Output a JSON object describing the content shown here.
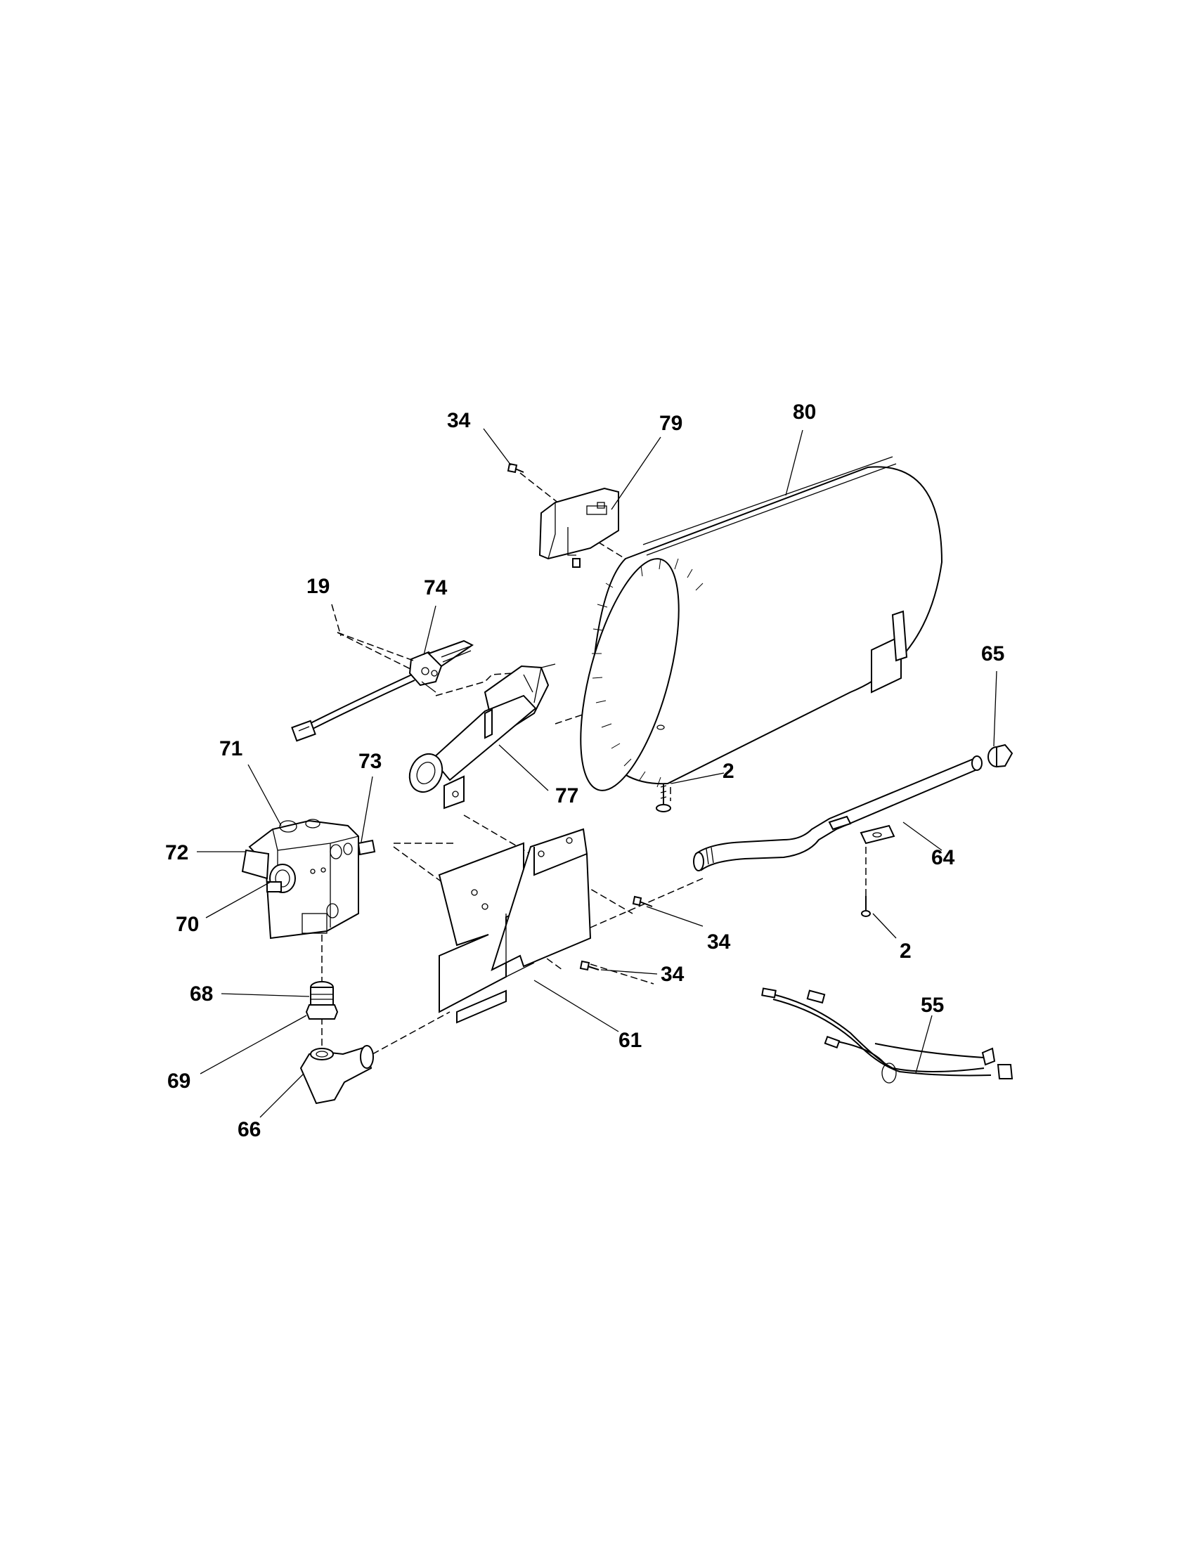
{
  "diagram": {
    "callouts": [
      {
        "id": "34a",
        "text": "34"
      },
      {
        "id": "79",
        "text": "79"
      },
      {
        "id": "80",
        "text": "80"
      },
      {
        "id": "19",
        "text": "19"
      },
      {
        "id": "74",
        "text": "74"
      },
      {
        "id": "65",
        "text": "65"
      },
      {
        "id": "71",
        "text": "71"
      },
      {
        "id": "73",
        "text": "73"
      },
      {
        "id": "2a",
        "text": "2"
      },
      {
        "id": "77",
        "text": "77"
      },
      {
        "id": "72",
        "text": "72"
      },
      {
        "id": "64",
        "text": "64"
      },
      {
        "id": "70",
        "text": "70"
      },
      {
        "id": "34b",
        "text": "34"
      },
      {
        "id": "2b",
        "text": "2"
      },
      {
        "id": "34c",
        "text": "34"
      },
      {
        "id": "68",
        "text": "68"
      },
      {
        "id": "55",
        "text": "55"
      },
      {
        "id": "61",
        "text": "61"
      },
      {
        "id": "69",
        "text": "69"
      },
      {
        "id": "66",
        "text": "66"
      }
    ]
  }
}
